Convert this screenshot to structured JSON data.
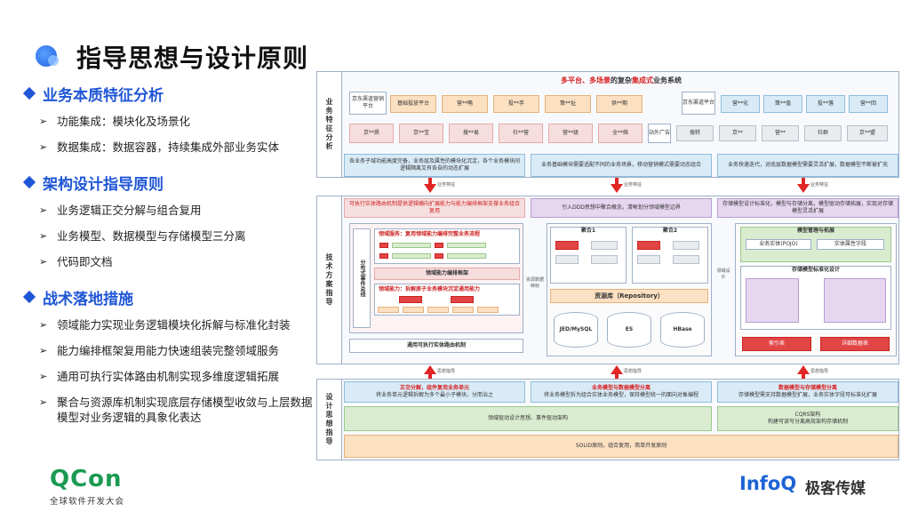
{
  "page_title": "指导思想与设计原则",
  "sections": [
    {
      "title": "业务本质特征分析",
      "items": [
        "功能集成：模块化及场景化",
        "数据集成：数据容器，持续集成外部业务实体"
      ]
    },
    {
      "title": "架构设计指导原则",
      "items": [
        "业务逻辑正交分解与组合复用",
        "业务模型、数据模型与存储模型三分离",
        "代码即文档"
      ]
    },
    {
      "title": "战术落地措施",
      "items": [
        "领域能力实现业务逻辑模块化拆解与标准化封装",
        "能力编排框架复用能力快速组装完整领域服务",
        "通用可执行实体路由机制实现多维度逻辑拓展",
        "聚合与资源库机制实现底层存储模型收敛与上层数据模型对业务逻辑的具象化表达"
      ]
    }
  ],
  "diagram": {
    "band1_label": "业务特征分析",
    "band1_title_red": "多平台、多场景",
    "band1_title_mid": "的复杂",
    "band1_title_red2": "集成式",
    "band1_title_end": "业务系统",
    "row1_left_label": "京东渠道营销平台",
    "row1_boxes": [
      "基础投放平台",
      "营**略",
      "投**手",
      "策**址",
      "供**期"
    ],
    "row1_right_label": "京东渠道平台",
    "row1_right_boxes": [
      "营**化",
      "策**值",
      "投**落",
      "营**回"
    ],
    "row2_boxes": [
      "京**质",
      "京**宝",
      "搜**易",
      "社**营",
      "营**级",
      "全**络"
    ],
    "row2_mid_label": "站外广告",
    "row2_right_boxes": [
      "搜转",
      "京**",
      "营**",
      "社群",
      "京**盟"
    ],
    "analysis": [
      "各业务子域功能高度完备，业务层及属性的模块化沉淀，各个业务模块间逻辑隔离又有各自的动态扩展",
      "业务基础模块需要适配不同的业务场景，移动营销模式需要动态组合",
      "业务快速迭代，对底层数据模型需要灵活扩展，数据模型不断被扩充"
    ],
    "feature_labels": [
      "业务特征",
      "业务特征",
      "业务特征"
    ],
    "band2_label": "技术方案指导",
    "principles": [
      "可执行实体路由机制提供逻辑横向扩展能力与能力编排框架支撑业务组合复用",
      "引入DDD思想中聚合概念，清晰划分领域模型边界",
      "存储模型设计标准化，模型与存储分离，模型驱动存储拓展，实现对存储模型灵活扩展"
    ],
    "dist_exec": "分布式事件总线",
    "svc1": "领域服务：复用领域能力编排完整业务流程",
    "orch": "领域能力编排框架",
    "svc2": "领域能力：拆解原子业务模块沉淀通用能力",
    "router": "通用可执行实体路由机制",
    "aggregate1": "聚合1",
    "aggregate2": "聚合2",
    "repo": "资源库（Repository）",
    "stores": [
      "JED/MySQL",
      "ES",
      "HBase"
    ],
    "side_label1": "资源数据映射",
    "side_label2": "领域设计",
    "model_title": "模型管理与拓展",
    "entity_pojo": "业务实体(POJO)",
    "entity_field": "实体属性字段",
    "storage_title": "存储模型标准化设计",
    "index_table": "索引表",
    "detail_table": "详细数据表",
    "band3_label": "设计思想指导",
    "guide_heads": [
      "正交分解，组件复用业务单元",
      "业务模型与数据模型分离",
      "数据模型与存储模型分离"
    ],
    "guide_subs": [
      "将业务单元逻辑拆解为多个最小子模块，分而治之",
      "将业务模型拆为组合实体业务模型，保持模型统一的面向对象编程",
      "存储模型需支持数据模型扩展，业务实体字段可标准化扩展"
    ],
    "guide_labels": [
      "思想指导",
      "思想指导",
      "思想指导"
    ],
    "foundation_left": "领域驱动设计思想、事件驱动架构",
    "foundation_right_top": "CQRS架构",
    "foundation_right_bottom": "构建可读写分离高效架构存储机制",
    "foundation_bottom": "SOLID原则，组合复用，简单开发原则"
  },
  "footer": {
    "qcon": "QCon",
    "qcon_sub": "全球软件开发大会",
    "infoq": "InfoQ",
    "infoq_cn": "极客传媒"
  },
  "colors": {
    "accent": "#1f56d6",
    "qcon": "#1b9a52",
    "infoq": "#1c63d6",
    "arrow_red": "#e02626"
  }
}
